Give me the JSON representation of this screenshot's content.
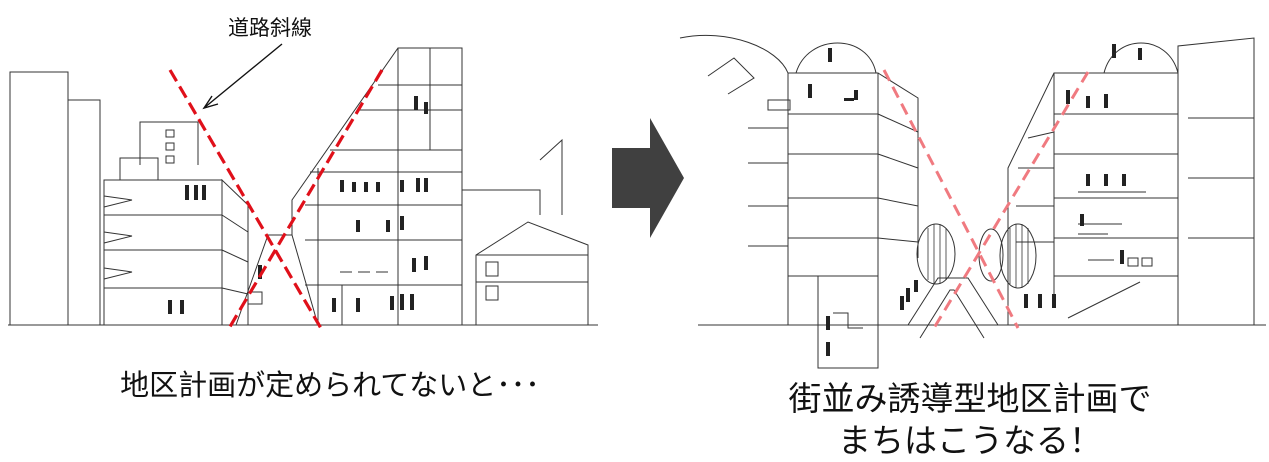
{
  "annotation": {
    "road_slope_label": "道路斜線"
  },
  "captions": {
    "left": "地区計画が定められてないと･･･",
    "right_line1": "街並み誘導型地区計画で",
    "right_line2": "まちはこうなる！"
  },
  "colors": {
    "slope_line_left": "#e0101a",
    "slope_line_right": "#f07a80",
    "arrow": "#404040",
    "ink": "#333333"
  },
  "icons": {
    "transition": "right-arrow-icon"
  }
}
